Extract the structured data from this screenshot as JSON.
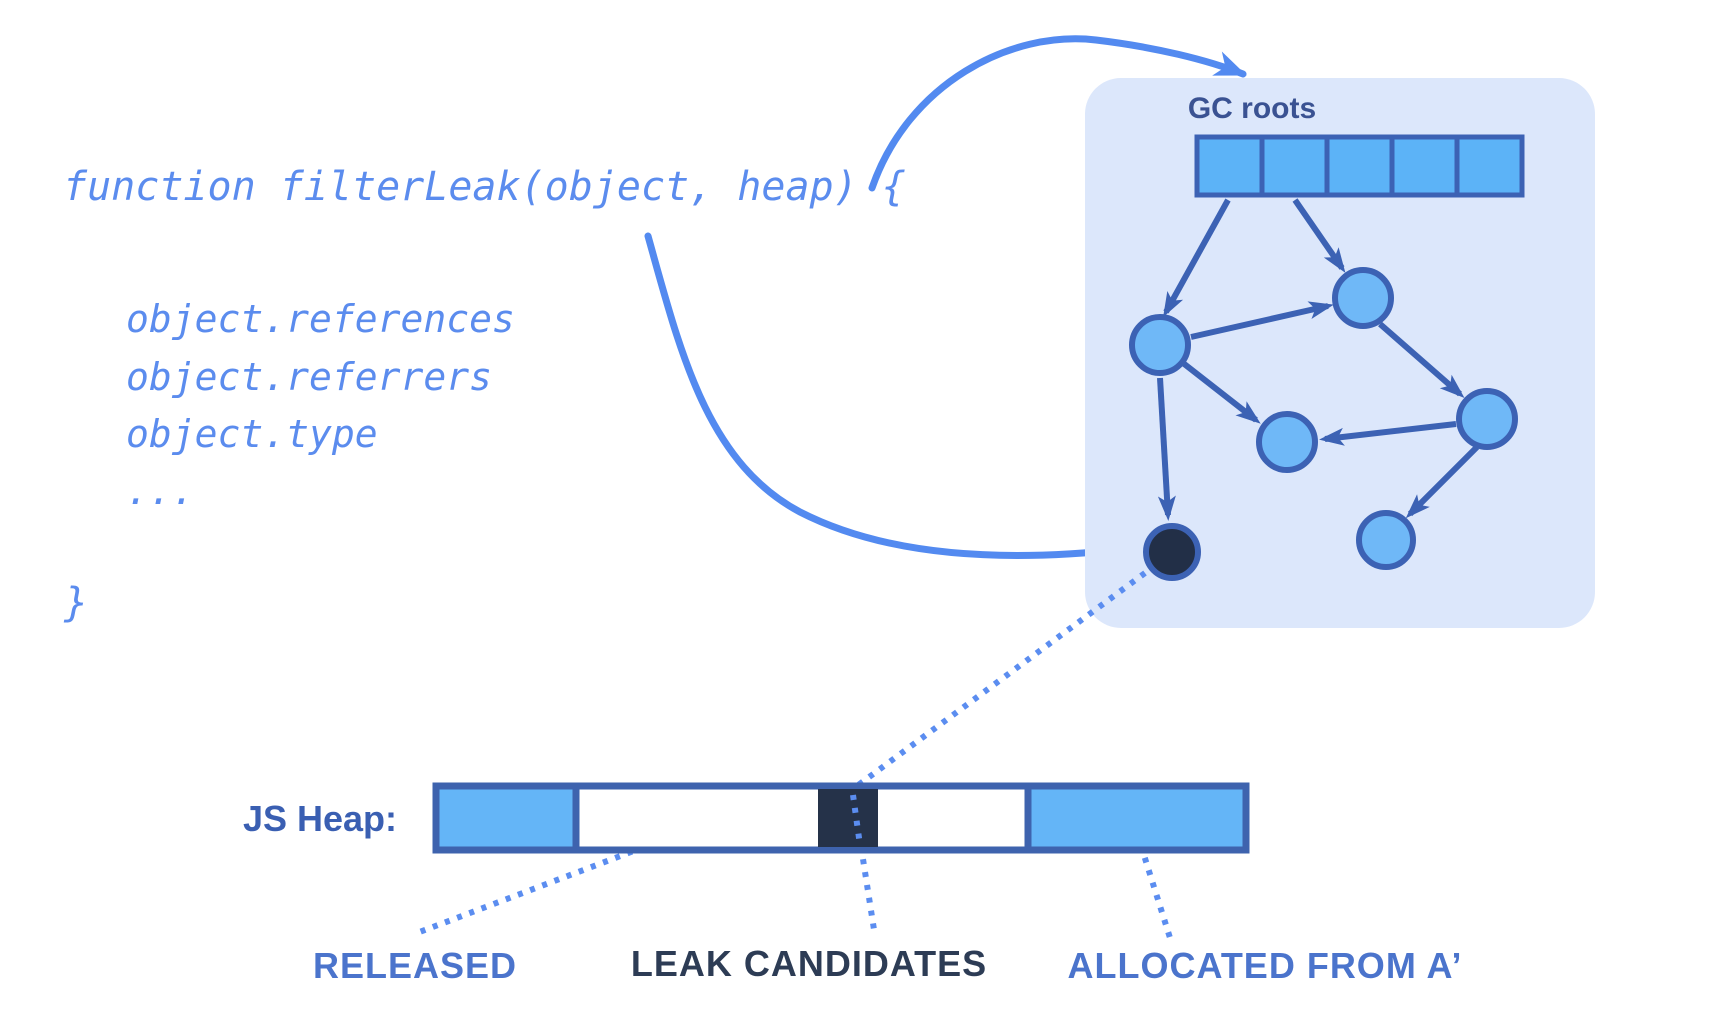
{
  "code_snippet": {
    "line1": "function filterLeak(object, heap) {",
    "line2": "object.references",
    "line3": "object.referrers",
    "line4": "object.type",
    "ellipsis": "...",
    "closing_brace": "}"
  },
  "gc_panel": {
    "title": "GC roots",
    "root_cell_count": 5,
    "graph_node_count": 6,
    "has_dark_leak_node": true
  },
  "heap_bar": {
    "label": "JS Heap:",
    "segments": [
      {
        "name": "allocated-left",
        "fill": "#64b5f7"
      },
      {
        "name": "released-region",
        "fill": "#ffffff"
      },
      {
        "name": "leak-candidates-region",
        "fill": "#253249"
      },
      {
        "name": "released-region-2",
        "fill": "#ffffff"
      },
      {
        "name": "allocated-from-a-region",
        "fill": "#64b5f7"
      }
    ]
  },
  "labels": {
    "released": "RELEASED",
    "leak_candidates": "LEAK CANDIDATES",
    "allocated_from_a": "ALLOCATED FROM A’"
  },
  "colors": {
    "code_text": "#5b8cee",
    "curve_arrow": "#538af0",
    "dotted_line": "#5b8df0",
    "panel_bg": "#dce7fb",
    "node_fill": "#6fb8f7",
    "node_stroke": "#3c62b4",
    "graph_arrow": "#3c62b4",
    "root_cell_fill": "#5cb3f7",
    "dark_node_fill": "#222f47",
    "bar_border": "#3e63ae",
    "bar_segment_blue": "#64b5f7",
    "bar_segment_dark": "#253249",
    "heap_label": "#3a5fb2",
    "annotation_blue": "#4b74cc",
    "annotation_dark": "#2d3c55",
    "gc_title": "#3a5292"
  }
}
